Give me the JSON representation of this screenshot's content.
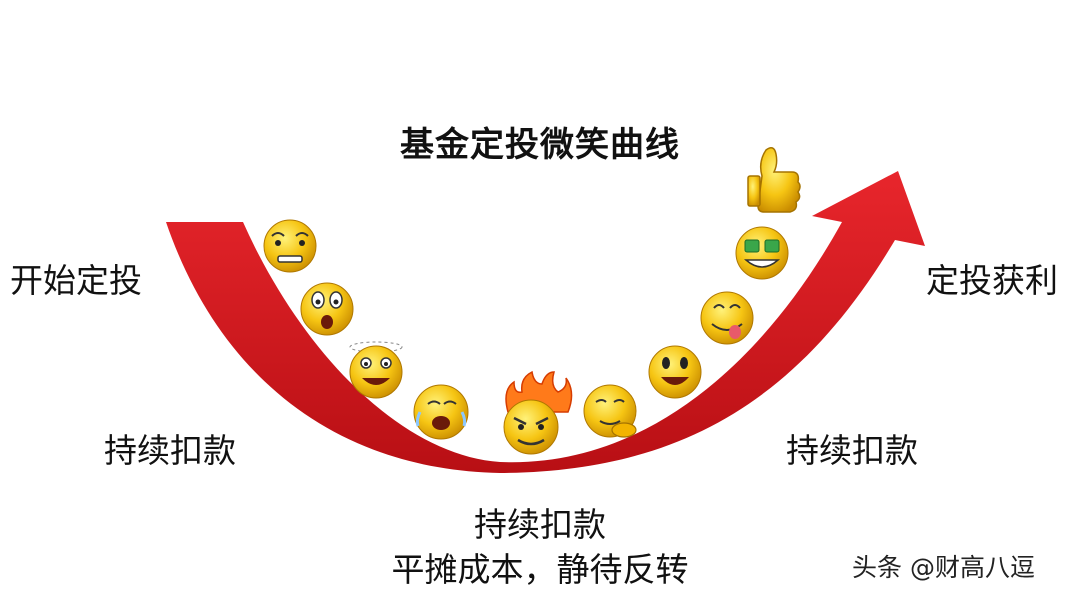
{
  "title": "基金定投微笑曲线",
  "labels": {
    "start": "开始定投",
    "continue_left": "持续扣款",
    "continue_right": "持续扣款",
    "bottom_line1": "持续扣款",
    "bottom_line2": "平摊成本，静待反转",
    "profit": "定投获利"
  },
  "watermark": "头条 @财高八逗",
  "colors": {
    "arrow": "#d9151b",
    "emoji": "#f6c513"
  },
  "emojis": [
    "nervous-face-icon",
    "surprised-face-icon",
    "dizzy-face-icon",
    "crying-face-icon",
    "angry-fire-face-icon",
    "thinking-face-icon",
    "smiling-face-icon",
    "tongue-out-face-icon",
    "money-eyes-face-icon",
    "thumbs-up-icon"
  ]
}
